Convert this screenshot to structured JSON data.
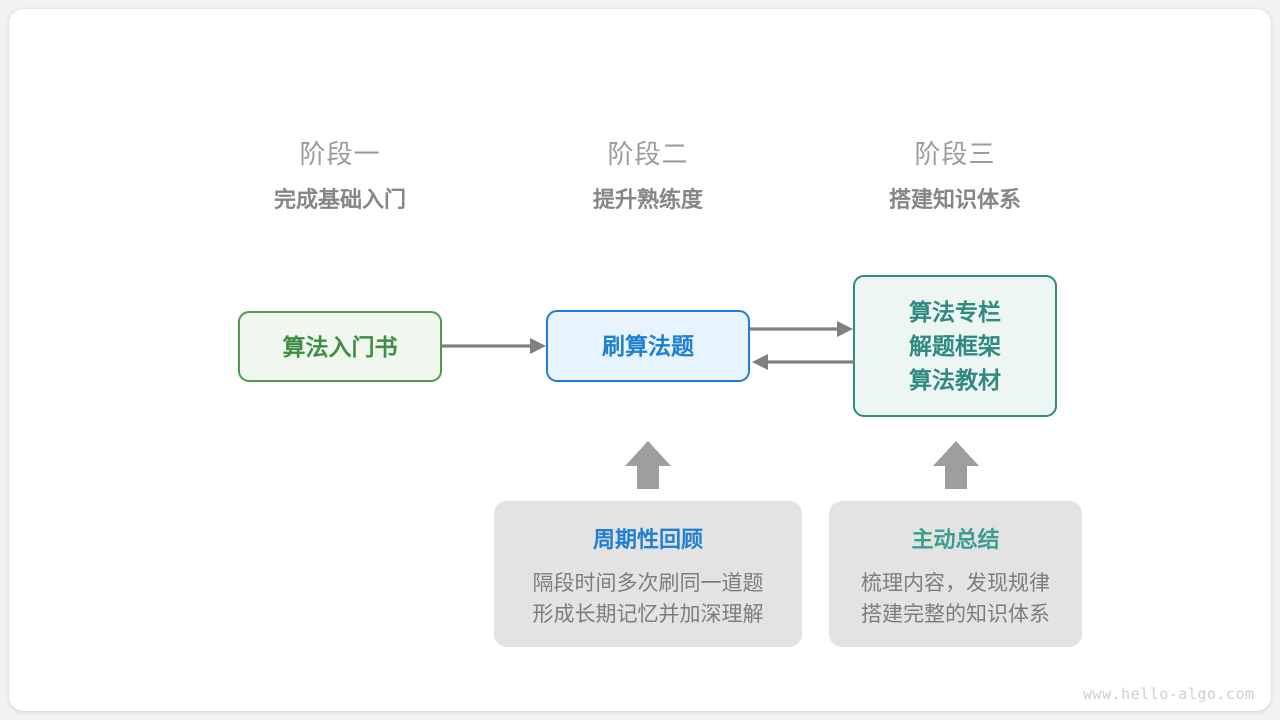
{
  "diagram": {
    "title_watermark": "www.hello-algo.com",
    "colors": {
      "background": "#f2f2f2",
      "card": "#ffffff",
      "stage_title": "#9b9b9b",
      "stage_subtitle": "#868686",
      "green": "#4f9a50",
      "green_fill": "#f0f7ef",
      "blue": "#1c7fd4",
      "blue_fill": "#e7f3fd",
      "teal": "#2e8b82",
      "teal_fill": "#eef6f4",
      "gray_card": "#e3e3e3",
      "arrow": "#808080",
      "body_text": "#7d7d7d"
    },
    "stages": [
      {
        "title": "阶段一",
        "subtitle": "完成基础入门"
      },
      {
        "title": "阶段二",
        "subtitle": "提升熟练度"
      },
      {
        "title": "阶段三",
        "subtitle": "搭建知识体系"
      }
    ],
    "nodes": {
      "book": {
        "label": "算法入门书"
      },
      "practice": {
        "label": "刷算法题"
      },
      "resources": {
        "lines": [
          "算法专栏",
          "解题框架",
          "算法教材"
        ]
      }
    },
    "tips": [
      {
        "title": "周期性回顾",
        "body": [
          "隔段时间多次刷同一道题",
          "形成长期记忆并加深理解"
        ]
      },
      {
        "title": "主动总结",
        "body": [
          "梳理内容，发现规律",
          "搭建完整的知识体系"
        ]
      }
    ],
    "arrows": [
      {
        "name": "book-to-practice",
        "direction": "right"
      },
      {
        "name": "practice-to-resources",
        "direction": "right"
      },
      {
        "name": "resources-to-practice",
        "direction": "left"
      },
      {
        "name": "review-up-to-practice",
        "direction": "up"
      },
      {
        "name": "summary-up-to-resources",
        "direction": "up"
      }
    ]
  }
}
